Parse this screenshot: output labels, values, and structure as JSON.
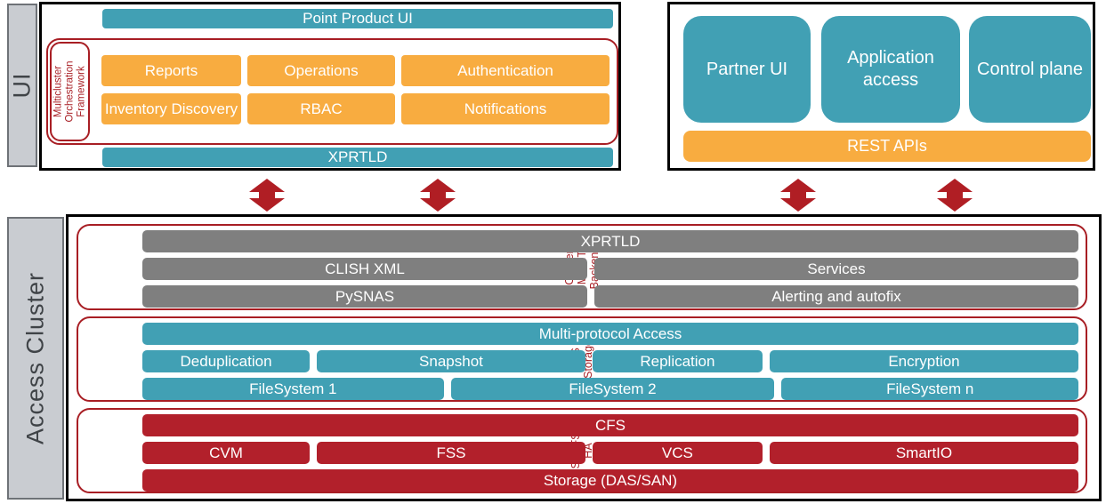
{
  "colors": {
    "teal": "#41a0b4",
    "orange": "#f8ac40",
    "gray_bar": "#7f7f7f",
    "dark_red": "#b2202b",
    "red_border": "#a81e24",
    "label_bg": "#c9ccd1",
    "frame_border": "#000000"
  },
  "ui_panel": {
    "side_label": "UI",
    "top_bar": "Point Product UI",
    "bottom_bar": "XPRTLD",
    "framework": {
      "label": "Multicluster Orchestration Framework",
      "buttons": [
        "Reports",
        "Operations",
        "Authentication",
        "Inventory Discovery",
        "RBAC",
        "Notifications"
      ]
    }
  },
  "partner_panel": {
    "tiles": [
      "Partner UI",
      "Application access",
      "Control plane"
    ],
    "bottom_bar": "REST APIs"
  },
  "access_cluster": {
    "side_label": "Access Cluster",
    "sections": [
      {
        "label": "Cluster MGMT Backend",
        "rows": [
          [
            "XPRTLD"
          ],
          [
            "CLISH XML",
            "Services"
          ],
          [
            "PySNAS",
            "Alerting and autofix"
          ]
        ]
      },
      {
        "label": "NAS Storage",
        "rows": [
          [
            "Multi-protocol Access"
          ],
          [
            "Deduplication",
            "Snapshot",
            "Replication",
            "Encryption"
          ],
          [
            "FileSystem 1",
            "FileSystem 2",
            "FileSystem n"
          ]
        ]
      },
      {
        "label": "SFCFS HA",
        "rows": [
          [
            "CFS"
          ],
          [
            "CVM",
            "FSS",
            "VCS",
            "SmartIO"
          ],
          [
            "Storage (DAS/SAN)"
          ]
        ]
      }
    ]
  }
}
